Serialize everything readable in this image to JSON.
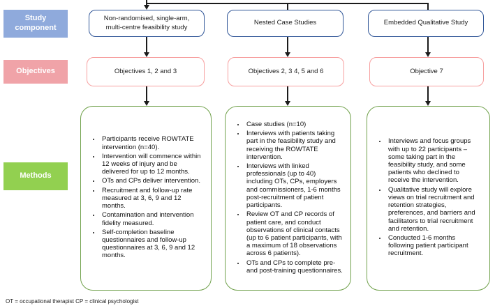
{
  "row_labels": {
    "study_component": "Study component",
    "objectives": "Objectives",
    "methods": "Methods"
  },
  "columns": [
    {
      "study_component": "Non-randomised, single-arm, multi-centre feasibility study",
      "objectives": "Objectives 1, 2 and 3",
      "methods": [
        "Participants receive ROWTATE intervention (n=40).",
        "Intervention will commence within 12 weeks of injury and be delivered for up to 12 months.",
        "OTs and CPs deliver intervention.",
        "Recruitment and follow-up rate measured at 3, 6, 9 and 12 months.",
        "Contamination and intervention fidelity measured.",
        "Self-completion baseline questionnaires and follow-up questionnaires at 3, 6, 9 and 12 months."
      ]
    },
    {
      "study_component": "Nested Case Studies",
      "objectives": "Objectives 2, 3 4, 5 and 6",
      "methods": [
        "Case studies (n=10)",
        "Interviews with patients taking part in the feasibility study and receiving the ROWTATE intervention.",
        "Interviews with linked professionals (up to 40) including OTs, CPs, employers and commissioners, 1-6 months post-recruitment of patient participants.",
        "Review OT and CP records of patient care, and conduct observations of clinical contacts (up to 6 patient participants, with a maximum of 18 observations across 6 patients).",
        "OTs and CPs to complete pre- and post-training questionnaires."
      ]
    },
    {
      "study_component": "Embedded Qualitative Study",
      "objectives": "Objective 7",
      "methods": [
        "Interviews and focus groups with up to 22 participants – some taking part in the feasibility study, and some patients who declined to receive the intervention.",
        "Qualitative study will explore views on trial recruitment and retention strategies, preferences, and barriers and facilitators to trial recruitment and retention.",
        "Conducted 1-6 months following patient participant recruitment."
      ]
    }
  ],
  "footnote": "OT = occupational therapist CP = clinical psychologist",
  "colors": {
    "study_component_fill": "#8faadc",
    "objectives_fill": "#f0a3a8",
    "methods_fill": "#92d050",
    "study_component_border": "#2f5597",
    "objectives_border": "#f79f9f",
    "methods_border": "#70a14b",
    "connector": "#1b1b1b"
  }
}
